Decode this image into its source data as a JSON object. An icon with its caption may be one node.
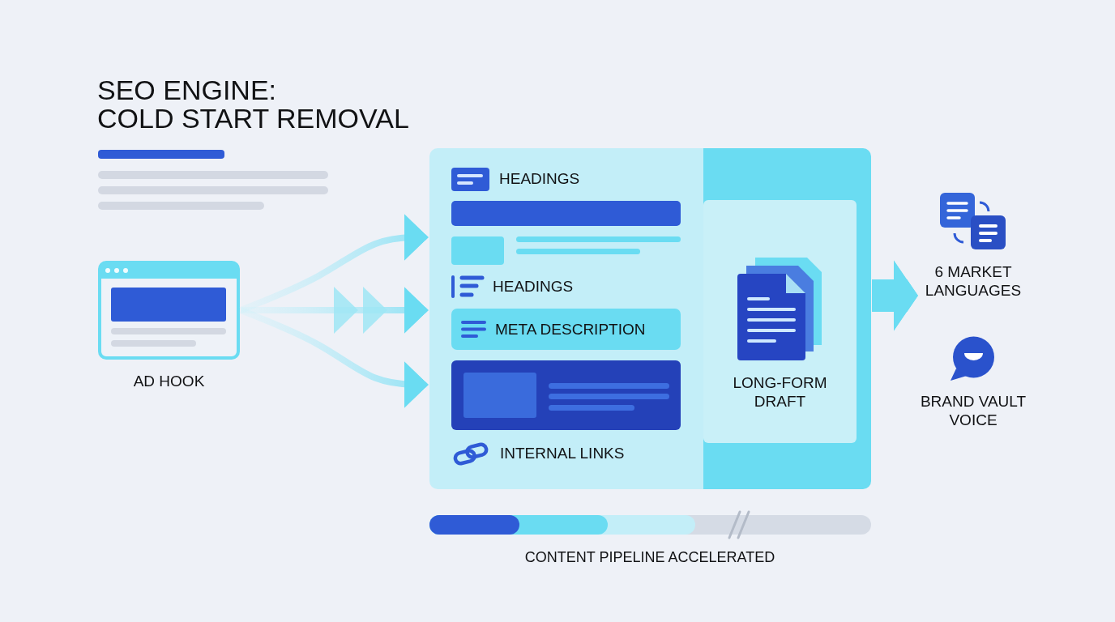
{
  "diagram": {
    "title": "SEO ENGINE: COLD START REMOVAL",
    "nodes": [
      {
        "text": [
          "AD HOOK"
        ]
      },
      {
        "text": [],
        "shape": "box"
      },
      {
        "text": [
          "META DESCRIPTION"
        ],
        "in": 1
      },
      {
        "text": [
          "LONG-FORM DRAFT"
        ],
        "in": 1
      },
      {
        "text": [
          "6 MARKET LANGUAGES"
        ]
      },
      {
        "text": [
          "BRAND VAULT VOICE"
        ]
      }
    ],
    "edges": [
      {
        "from": 0,
        "to": 1,
        "arrow": "to"
      },
      {
        "from": 0,
        "to": 1,
        "arrow": "to"
      },
      {
        "from": 0,
        "to": 1,
        "arrow": "to"
      },
      {
        "from": 1,
        "to": 4,
        "arrow": "to"
      }
    ],
    "labels": [
      "HEADINGS",
      "HEADINGS",
      "INTERNAL LINKS",
      "CONTENT PIPELINE ACCELERATED"
    ]
  }
}
